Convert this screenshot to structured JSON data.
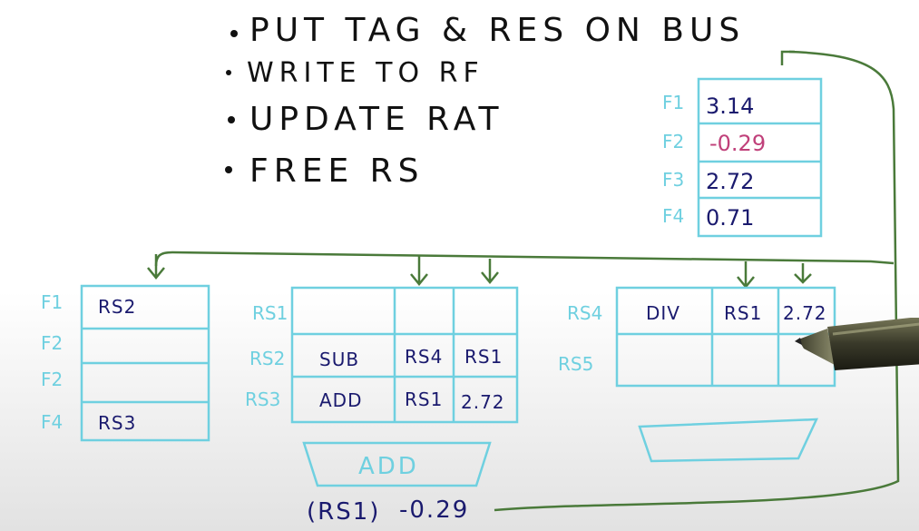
{
  "bullets": [
    "PUT TAG & RES ON BUS",
    "WRITE TO RF",
    "UPDATE RAT",
    "FREE RS"
  ],
  "register_file": {
    "rows": [
      {
        "label": "F1",
        "value": "3.14"
      },
      {
        "label": "F2",
        "value": "-0.29"
      },
      {
        "label": "F3",
        "value": "2.72"
      },
      {
        "label": "F4",
        "value": "0.71"
      }
    ],
    "highlight_color": "#c0407a"
  },
  "rat": {
    "rows": [
      {
        "label": "F1",
        "value": "RS2"
      },
      {
        "label": "F2",
        "value": ""
      },
      {
        "label": "F2",
        "value": ""
      },
      {
        "label": "F4",
        "value": "RS3"
      }
    ]
  },
  "add_rs": {
    "rows": [
      {
        "label": "RS1",
        "cells": [
          "",
          "",
          ""
        ]
      },
      {
        "label": "RS2",
        "cells": [
          "SUB",
          "RS4",
          "RS1"
        ]
      },
      {
        "label": "RS3",
        "cells": [
          "ADD",
          "RS1",
          "2.72"
        ]
      }
    ],
    "unit_label": "ADD"
  },
  "mul_rs": {
    "rows": [
      {
        "label": "RS4",
        "cells": [
          "DIV",
          "RS1",
          "2.72"
        ]
      },
      {
        "label": "RS5",
        "cells": [
          "",
          "",
          ""
        ]
      }
    ]
  },
  "result": {
    "tag": "(RS1)",
    "value": "-0.29"
  },
  "colors": {
    "ink": "#111111",
    "table": "#6fd0e0",
    "bus": "#4a7a3a",
    "value_ink": "#1a1a6e"
  }
}
